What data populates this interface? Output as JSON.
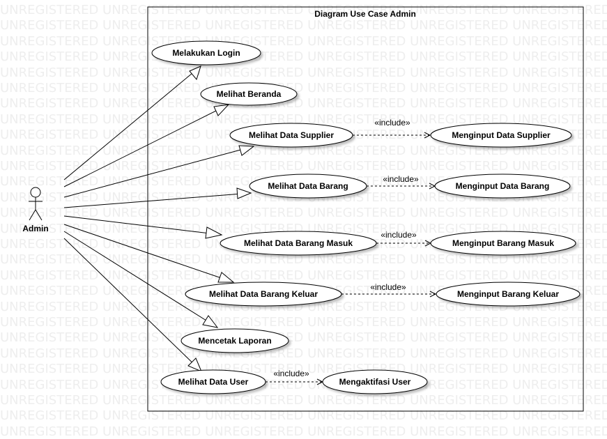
{
  "watermark": "UNREGISTERED UNREGISTERED UNREGISTERED UNREGISTERED UNREGISTERED UNREGISTERED UNREGISTERED",
  "diagram": {
    "title": "Diagram Use Case Admin",
    "actor": "Admin",
    "use_cases": {
      "login": "Melakukan Login",
      "beranda": "Melihat Beranda",
      "supplier": "Melihat Data Supplier",
      "barang": "Melihat Data Barang",
      "barang_masuk": "Melihat Data Barang Masuk",
      "barang_keluar": "Melihat Data Barang Keluar",
      "laporan": "Mencetak Laporan",
      "user": "Melihat Data User",
      "input_supplier": "Menginput Data Supplier",
      "input_barang": "Menginput Data Barang",
      "input_masuk": "Menginput Barang Masuk",
      "input_keluar": "Menginput Barang Keluar",
      "aktifasi_user": "Mengaktifasi User"
    },
    "include_label": "«include»"
  }
}
